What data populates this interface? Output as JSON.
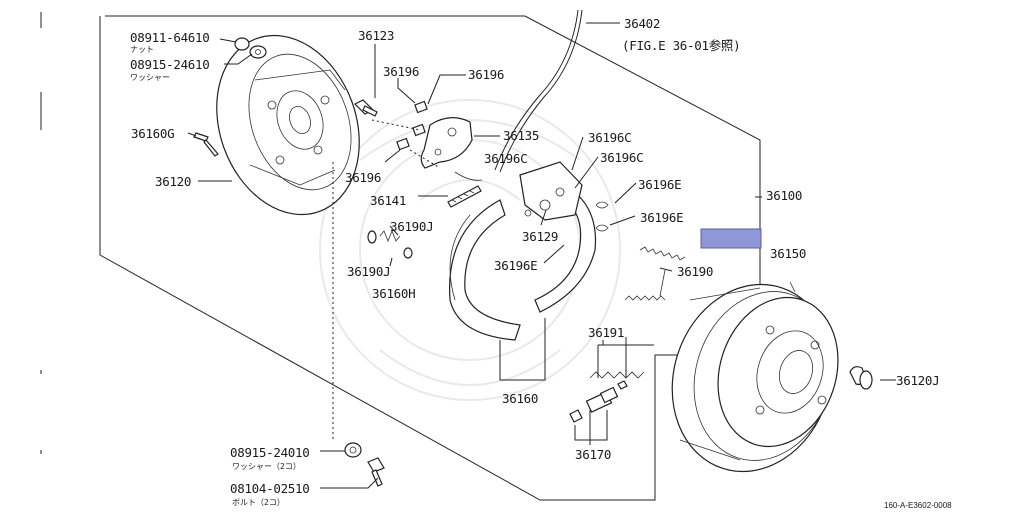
{
  "labels": {
    "p08911": "08911-64610",
    "p08911_sub": "ナット",
    "p08915a": "08915-24610",
    "p08915a_sub": "ワッシャー",
    "p36123": "36123",
    "p36196_top": "36196",
    "p36196_topr": "36196",
    "p36402": "36402",
    "fig_ref": "(FIG.E 36-01参照)",
    "p36160G": "36160G",
    "p36135": "36135",
    "p36196C_a": "36196C",
    "p36196C_b": "36196C",
    "p36196C_c": "36196C",
    "p36120": "36120",
    "p36196_mid": "36196",
    "p36141": "36141",
    "p36190J_a": "36190J",
    "p36196E_a": "36196E",
    "p36100": "36100",
    "p36196E_b": "36196E",
    "p36129": "36129",
    "p36190J_b": "36190J",
    "p36160H": "36160H",
    "p36196E_c": "36196E",
    "p36150": "36150",
    "p36190": "36190",
    "p36191": "36191",
    "p36120J": "36120J",
    "p36160": "36160",
    "p36170": "36170",
    "p08915b": "08915-24010",
    "p08915b_sub": "ワッシャー（2コ）",
    "p08104": "08104-02510",
    "p08104_sub": "ボルト（2コ）",
    "footer_code": "160-A-E3602-0008"
  },
  "colors": {
    "highlight_box": "#8f97d6",
    "line": "#222222",
    "watermark": "#e9e9e9"
  }
}
